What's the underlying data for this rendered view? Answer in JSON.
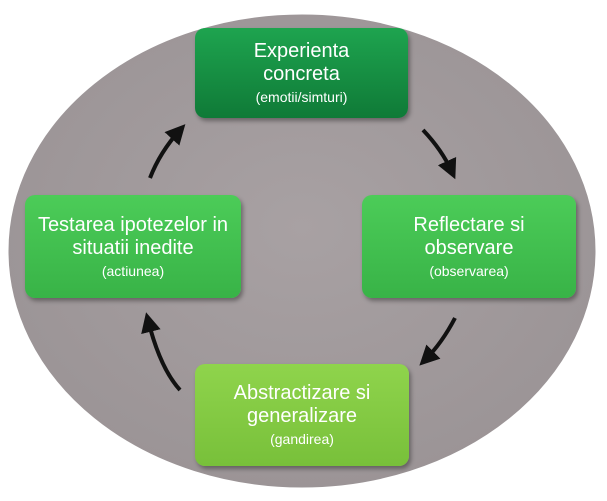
{
  "diagram": {
    "colors": {
      "background_ellipse": "#a39c9e",
      "node_top": "#138a3f",
      "node_side": "#40bb4c",
      "node_bottom": "#82c943",
      "text": "#ffffff",
      "arrow": "#111111"
    },
    "nodes": {
      "top": {
        "title": "Experienta concreta",
        "subtitle": "(emotii/simturi)"
      },
      "right": {
        "title": "Reflectare si observare",
        "subtitle": "(observarea)"
      },
      "bottom": {
        "title": "Abstractizare si generalizare",
        "subtitle": "(gandirea)"
      },
      "left": {
        "title": "Testarea ipotezelor in situatii inedite",
        "subtitle": "(actiunea)"
      }
    }
  }
}
